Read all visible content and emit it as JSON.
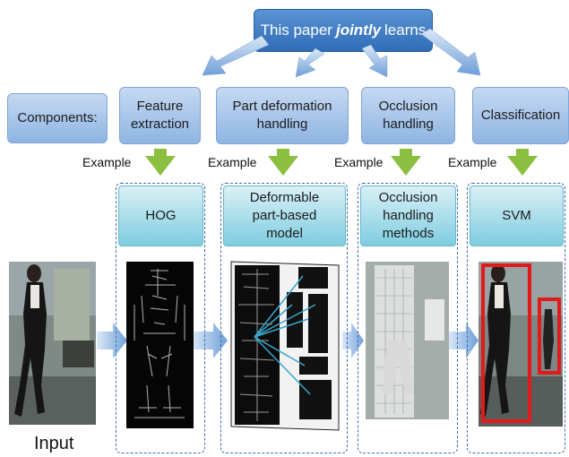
{
  "top": {
    "prefix": "This paper",
    "emph": "jointly",
    "suffix": "learns"
  },
  "components_label": "Components:",
  "components": [
    {
      "line1": "Feature",
      "line2": "extraction"
    },
    {
      "line1": "Part deformation",
      "line2": "handling"
    },
    {
      "line1": "Occlusion",
      "line2": "handling"
    },
    {
      "line1": "Classification",
      "line2": ""
    }
  ],
  "example_label": "Example",
  "methods": [
    {
      "lines": [
        "HOG"
      ]
    },
    {
      "lines": [
        "Deformable",
        "part-based",
        "model"
      ]
    },
    {
      "lines": [
        "Occlusion",
        "handling",
        "methods"
      ]
    },
    {
      "lines": [
        "SVM"
      ]
    }
  ],
  "input_label": "Input",
  "colors": {
    "top_box": "#3a78c2",
    "component_box": "#a9c5ea",
    "method_box": "#a8dde9",
    "arrow_green": "#8cbf3f",
    "arrow_blue": "#6f9fd8",
    "detection_box": "#e31a1c"
  }
}
